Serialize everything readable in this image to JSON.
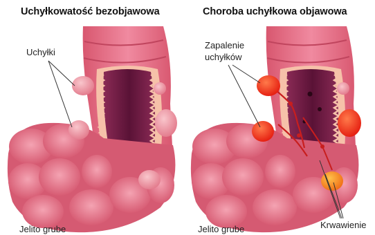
{
  "left_panel": {
    "title": "Uchyłkowatość bezobjawowa",
    "label_diverticula": "Uchyłki",
    "label_colon": "Jelito grube"
  },
  "right_panel": {
    "title": "Choroba uchyłkowa objawowa",
    "label_inflammation_line1": "Zapalenie",
    "label_inflammation_line2": "uchyłków",
    "label_colon": "Jelito grube",
    "label_bleeding": "Krwawienie"
  },
  "colors": {
    "tissue": "#e36f84",
    "tissue_light": "#f2a6b3",
    "lumen": "#6e1d45",
    "mucosa": "#f6c1a9",
    "diverticulum": "#f09ea8",
    "inflamed": "#ff3a1e",
    "blood": "#c81e1e",
    "bleeding_spot": "#f07a1a"
  }
}
